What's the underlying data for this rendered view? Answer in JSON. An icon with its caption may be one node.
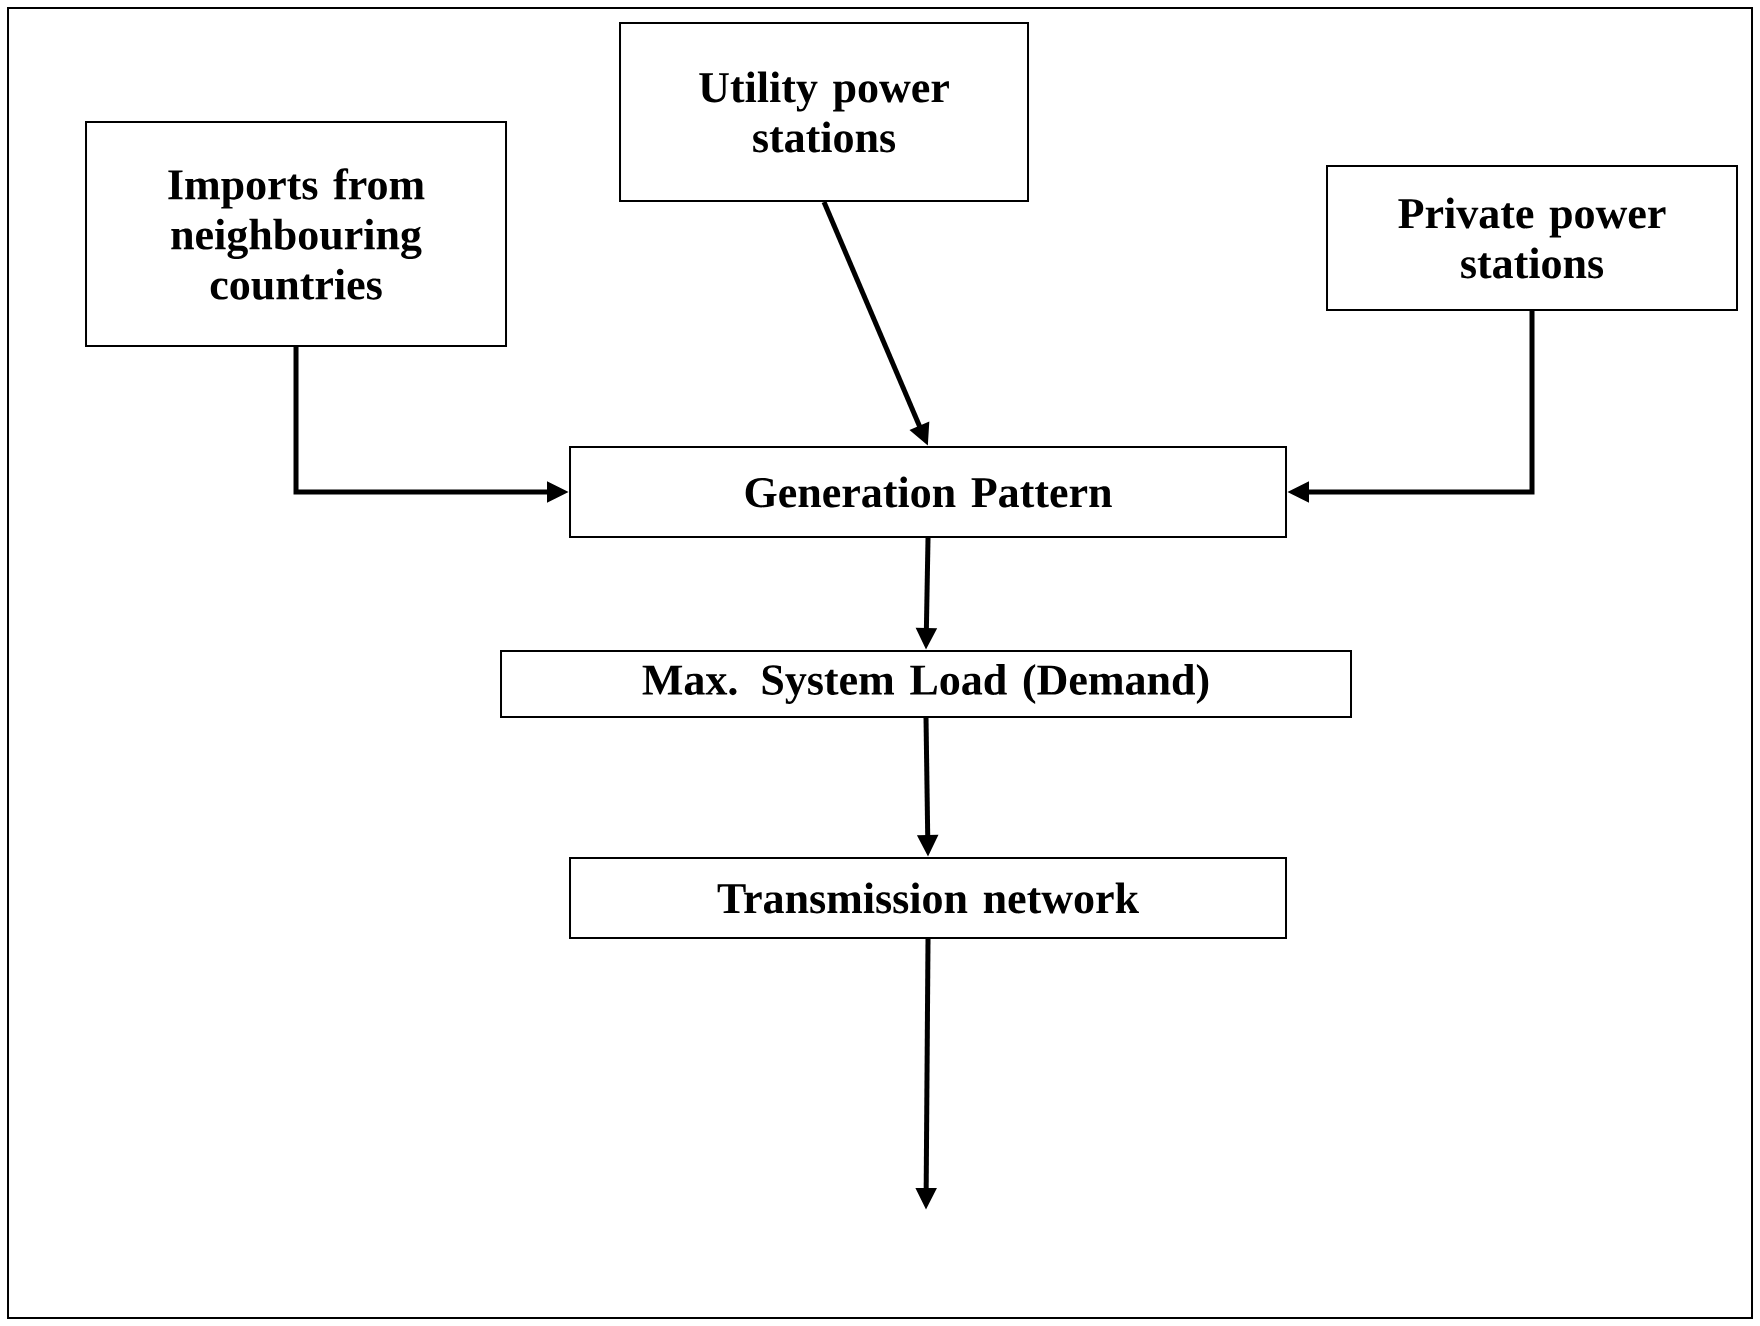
{
  "diagram": {
    "nodes": [
      {
        "text": [
          "Imports from neighbouring countries"
        ]
      },
      {
        "text": [
          "Utility power stations"
        ]
      },
      {
        "text": [
          "Private power stations"
        ]
      },
      {
        "text": [
          "Generation Pattern"
        ]
      },
      {
        "text": [
          "Max. System Load (Demand)"
        ]
      },
      {
        "text": [
          "Transmission network"
        ]
      }
    ],
    "edges": [
      {
        "from": 0,
        "to": 3,
        "arrow": "to"
      },
      {
        "from": 1,
        "to": 3,
        "arrow": "to"
      },
      {
        "from": 2,
        "to": 3,
        "arrow": "to"
      },
      {
        "from": 3,
        "to": 4,
        "arrow": "to"
      },
      {
        "from": 4,
        "to": 5,
        "arrow": "to"
      },
      {
        "from": 5,
        "to": null,
        "arrow": "to"
      }
    ]
  }
}
